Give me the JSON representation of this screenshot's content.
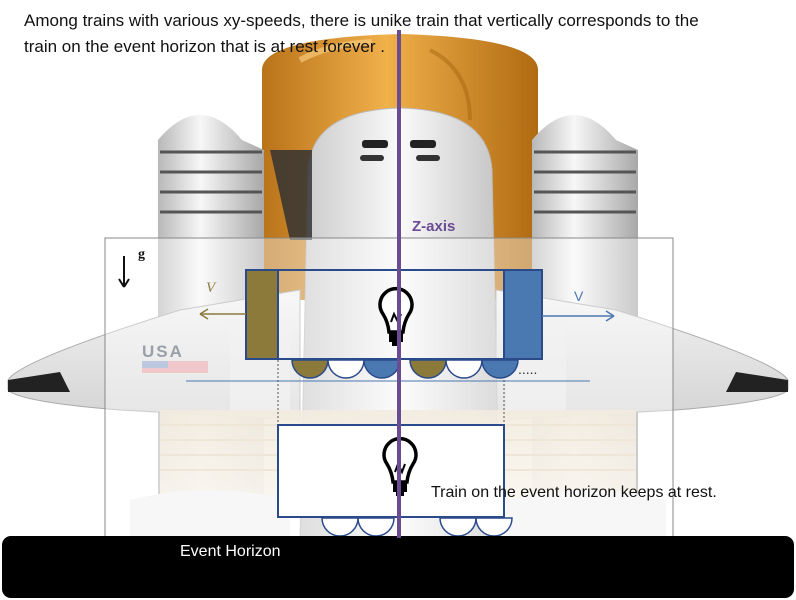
{
  "caption": {
    "line1": "Among trains with various xy-speeds, there is unike train that vertically corresponds to the",
    "line2": "train on the event horizon that is at rest forever ."
  },
  "axis_label": "Z-axis",
  "gravity_label": "g",
  "velocity_left_label": "V",
  "velocity_right_label": "V",
  "flag_text": "USA",
  "rest_label": "Train on the event horizon keeps at rest.",
  "event_horizon_label": "Event Horizon",
  "dots": ".....",
  "colors": {
    "axis": "#6a4c93",
    "olive": "#8c7a3a",
    "blue": "#4a78b0",
    "train_border": "#2a4a8a",
    "orange_tank": "#d8941e",
    "horizon": "#000000"
  },
  "icons": [
    "light-bulb-icon",
    "down-arrow-icon",
    "left-arrow-icon",
    "right-arrow-icon",
    "space-shuttle-illustration"
  ]
}
